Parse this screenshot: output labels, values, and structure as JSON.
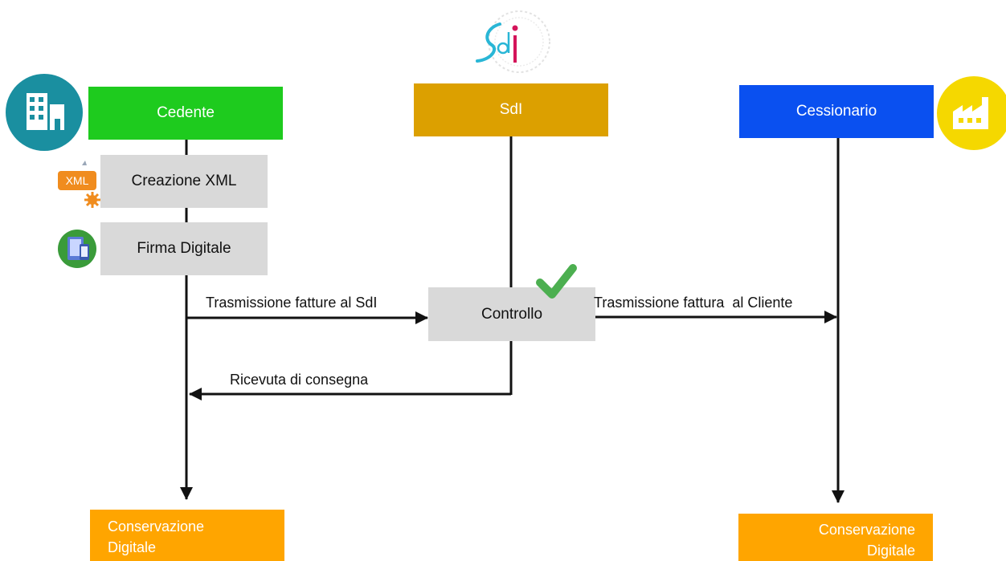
{
  "actors": {
    "cedente": "Cedente",
    "sdi": "SdI",
    "cessionario": "Cessionario"
  },
  "steps": {
    "creazione_xml": "Creazione XML",
    "firma_digitale": "Firma Digitale",
    "controllo": "Controllo"
  },
  "flows": {
    "trasmissione_sdi": "Trasmissione fatture al SdI",
    "trasmissione_cliente": "Trasmissione fattura  al Cliente",
    "ricevuta": "Ricevuta di consegna"
  },
  "conservazione": {
    "left_line1": "Conservazione",
    "left_line2": "Digitale",
    "right_line1": "Conservazione",
    "right_line2": "Digitale"
  },
  "icons": {
    "xml_badge": "XML",
    "logo": "sdi-logo",
    "building": "building-icon",
    "factory": "factory-icon",
    "check": "check-icon",
    "tablet": "tablet-icon",
    "gear": "gear-icon"
  },
  "colors": {
    "cedente": "#1ecb1e",
    "sdi": "#dca000",
    "cessionario": "#0a50f0",
    "conservazione": "#ffa500",
    "teal": "#1a8fa0",
    "yellow": "#f5d800",
    "check": "#4caf50"
  }
}
